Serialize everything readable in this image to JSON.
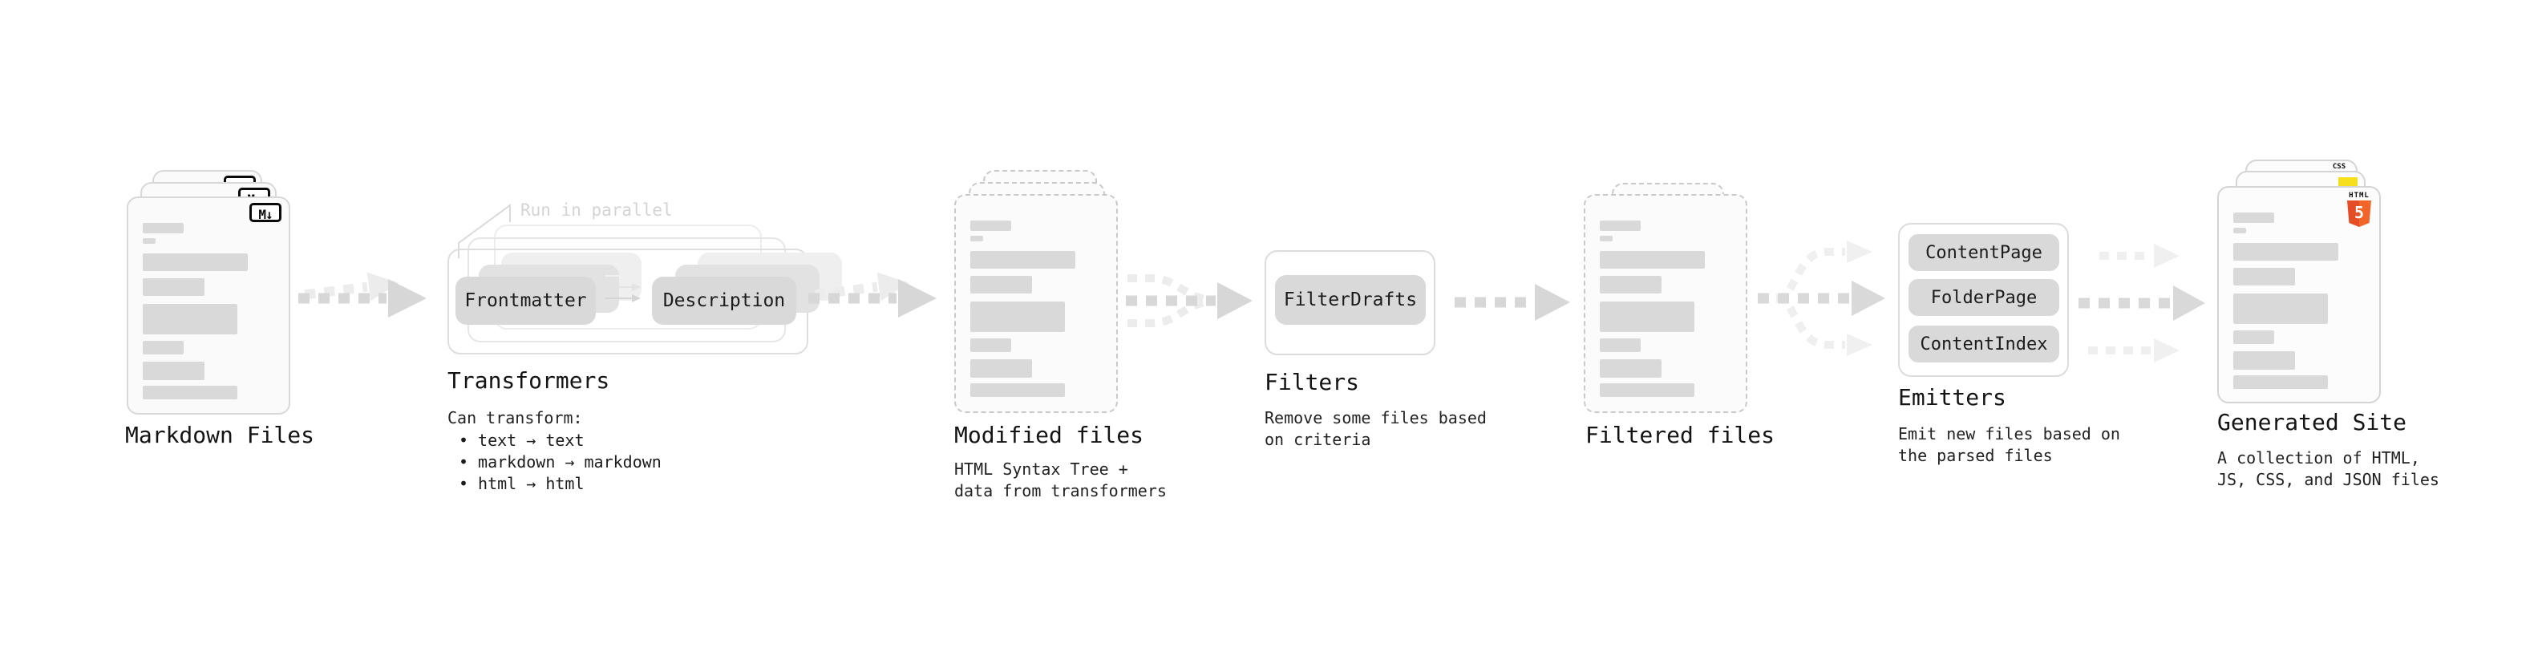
{
  "diagram": {
    "markdown": {
      "badge": "M↓",
      "label": "Markdown Files"
    },
    "transformers": {
      "callout": "Run in parallel",
      "node_a": "Frontmatter",
      "node_b": "Description",
      "label": "Transformers",
      "desc_title": "Can transform:",
      "bullet_char": "•",
      "bullets": [
        "text → text",
        "markdown → markdown",
        "html → html"
      ]
    },
    "modified": {
      "label": "Modified files",
      "desc": "HTML Syntax Tree +\ndata from transformers"
    },
    "filters": {
      "node": "FilterDrafts",
      "label": "Filters",
      "desc": "Remove some files based\non criteria"
    },
    "filtered": {
      "label": "Filtered files"
    },
    "emitters": {
      "nodes": [
        "ContentPage",
        "FolderPage",
        "ContentIndex"
      ],
      "label": "Emitters",
      "desc": "Emit new files based on\nthe parsed files"
    },
    "generated": {
      "label": "Generated Site",
      "desc": "A collection of HTML,\nJS, CSS, and JSON files",
      "badge_html_text": "HTML",
      "badge_html_number": "5",
      "badge_css_text": "CSS"
    }
  },
  "colors": {
    "node_fill": "#d9d9d9",
    "arrow_dark": "#d7d7d7",
    "arrow_light": "#ececec",
    "callout_gray": "#d4d4d4",
    "html5_orange": "#e44d26",
    "js_yellow": "#f7df1e",
    "css_blue": "#2965f1"
  }
}
